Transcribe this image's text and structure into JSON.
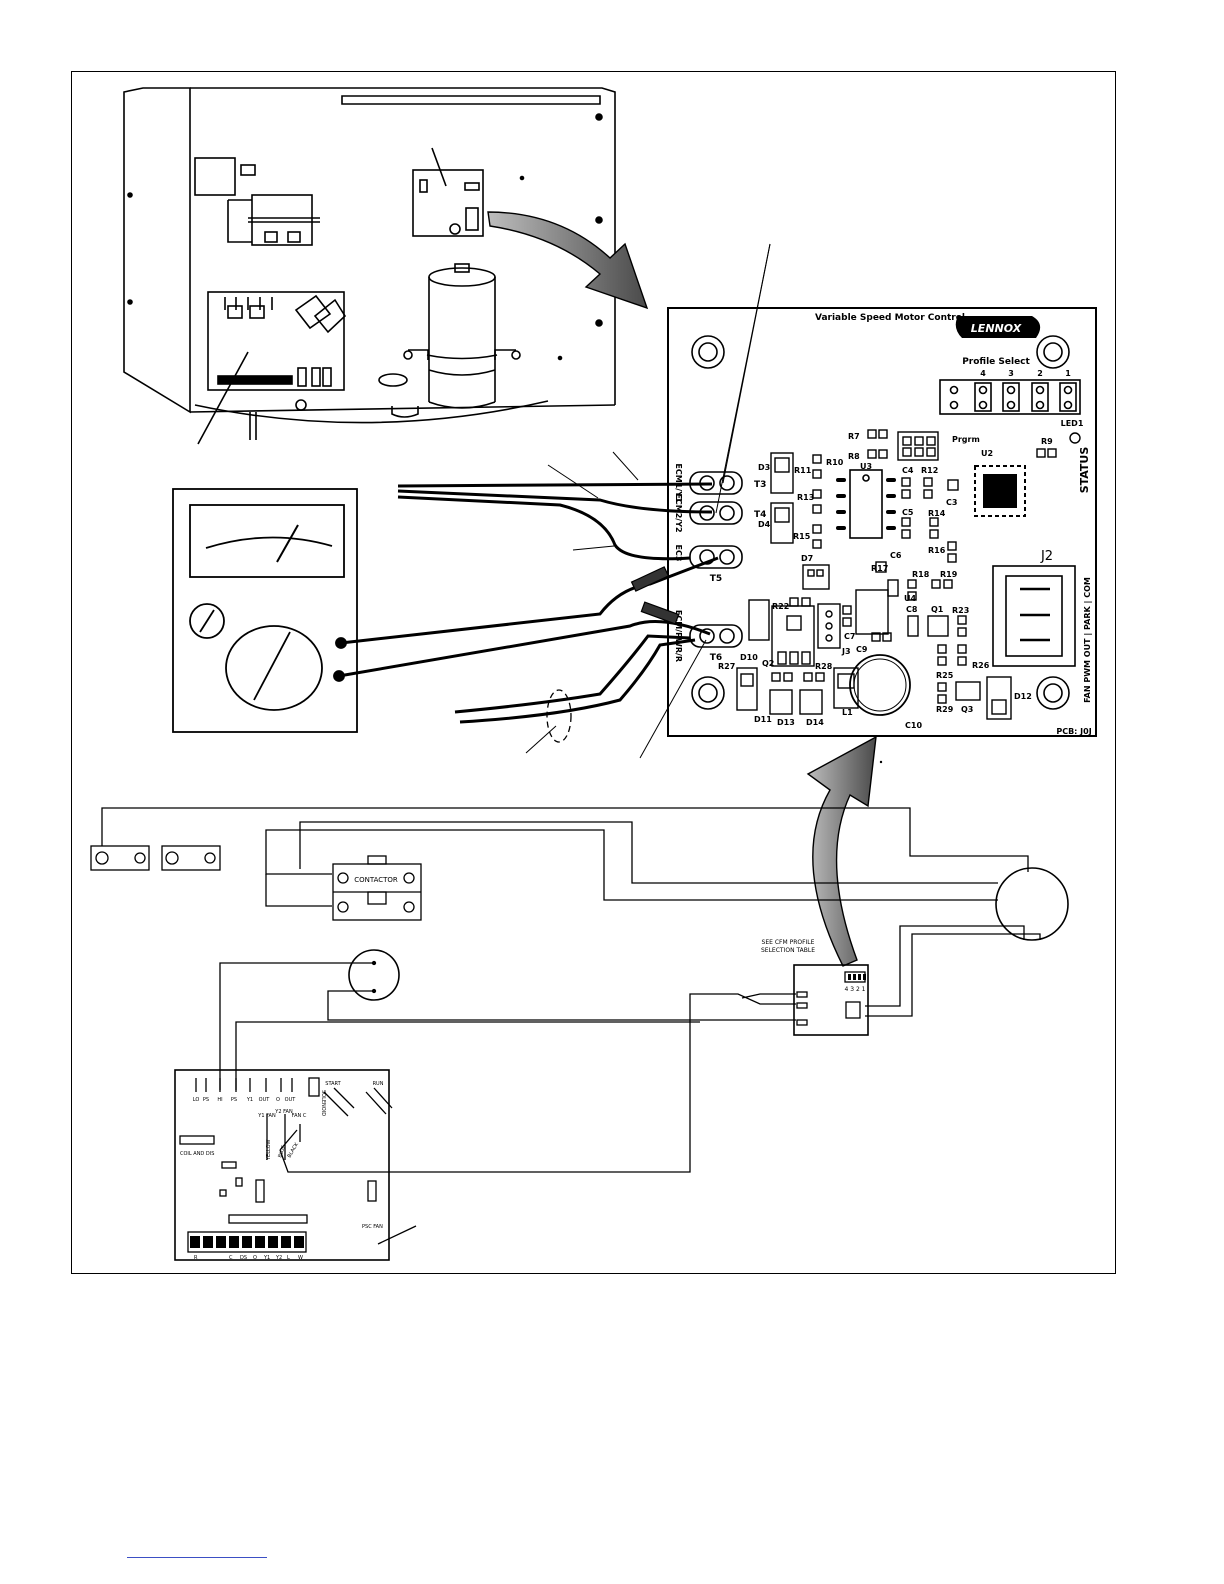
{
  "board": {
    "title": "Variable Speed Motor Control",
    "brand": "LENNOX",
    "profile_select_label": "Profile Select",
    "profile_numbers": [
      "4",
      "3",
      "2",
      "1"
    ],
    "led_label": "LED1",
    "status_label": "STATUS",
    "pcb_label": "PCB: J0J",
    "terminals": [
      "T3",
      "T4",
      "T5",
      "T6"
    ],
    "terminal_side_labels": [
      "ECM1/Y1",
      "ECM2/Y2",
      "EC3",
      "ECM/PWR/R"
    ],
    "j2_label": "J2",
    "j2_pins": "FAN PWM OUT | PARK | COM",
    "program_label": "Prgrm",
    "components": [
      "D3",
      "R11",
      "R10",
      "R13",
      "D4",
      "R15",
      "R7",
      "R8",
      "U3",
      "C4",
      "R12",
      "C3",
      "U2",
      "R9",
      "C5",
      "R14",
      "R16",
      "D7",
      "C6",
      "R17",
      "R18",
      "R19",
      "U4",
      "R22",
      "C8",
      "Q1",
      "R23",
      "D10",
      "C7",
      "J3",
      "C9",
      "R27",
      "Q2",
      "R28",
      "R25",
      "R26",
      "D11",
      "D13",
      "D14",
      "L1",
      "C10",
      "R29",
      "Q3",
      "D12"
    ]
  },
  "schematic": {
    "contactor_label": "CONTACTOR",
    "cfm_note_line1": "SEE CFM PROFILE",
    "cfm_note_line2": "SELECTION TABLE",
    "small_board_pins": "4 3 2 1",
    "control_top_pins": [
      "LO",
      "PS",
      "HI",
      "PS",
      "Y1",
      "OUT",
      "O",
      "OUT"
    ],
    "solenoid_label": "SOLENOID",
    "start_label": "START",
    "run_label": "RUN",
    "fan_labels": [
      "Y1 FAN",
      "Y2 FAN",
      "FAN C"
    ],
    "wire_colors": [
      "YELLOW",
      "BLUE",
      "BLACK"
    ],
    "coil_label": "COIL AND DIS",
    "psc_fan_label": "PSC FAN",
    "bottom_terminals": [
      "R",
      "C",
      "DS",
      "O",
      "Y1",
      "Y2",
      "L",
      "W"
    ]
  }
}
